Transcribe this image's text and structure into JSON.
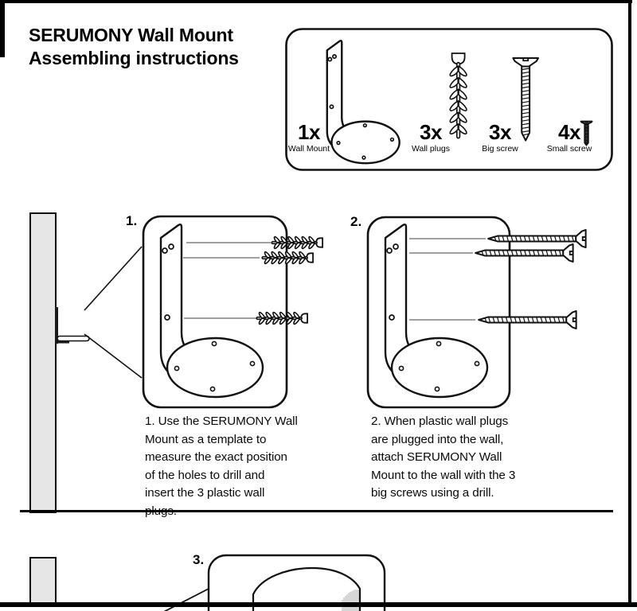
{
  "header": {
    "title": "SERUMONY Wall Mount\nAssembling instructions"
  },
  "parts_box": {
    "items": [
      {
        "qty": "1x",
        "name": "Wall Mount",
        "icon": "wall-mount-icon"
      },
      {
        "qty": "3x",
        "name": "Wall plugs",
        "icon": "wall-plug-icon"
      },
      {
        "qty": "3x",
        "name": "Big screw",
        "icon": "big-screw-icon"
      },
      {
        "qty": "4x",
        "name": "Small screw",
        "icon": "small-screw-icon"
      }
    ]
  },
  "steps": [
    {
      "label": "1.",
      "text": "1. Use the SERUMONY Wall\nMount as a template to\nmeasure the exact position\nof the holes to drill and\ninsert the 3 plastic wall\nplugs."
    },
    {
      "label": "2.",
      "text": "2. When plastic wall plugs\nare plugged into the wall,\nattach SERUMONY Wall\nMount to the wall with the 3\nbig screws using a drill."
    },
    {
      "label": "3.",
      "text": ""
    }
  ],
  "colors": {
    "ink": "#111111",
    "wall_fill": "#e6e6e6",
    "leader_line": "#808080"
  }
}
